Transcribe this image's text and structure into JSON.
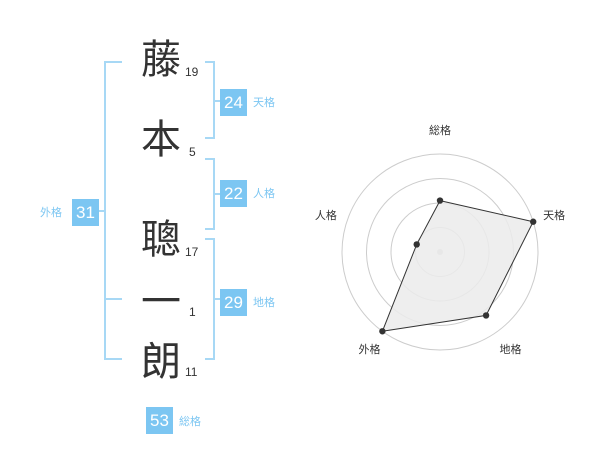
{
  "name": {
    "chars": [
      {
        "char": "藤",
        "strokes": "19"
      },
      {
        "char": "本",
        "strokes": "5"
      },
      {
        "char": "聰",
        "strokes": "17"
      },
      {
        "char": "一",
        "strokes": "1"
      },
      {
        "char": "朗",
        "strokes": "11"
      }
    ]
  },
  "fortunes": {
    "tenkaku": {
      "value": "24",
      "label": "天格"
    },
    "jinkaku": {
      "value": "22",
      "label": "人格"
    },
    "chikaku": {
      "value": "29",
      "label": "地格"
    },
    "gaikaku": {
      "value": "31",
      "label": "外格"
    },
    "soukaku": {
      "value": "53",
      "label": "総格"
    }
  },
  "colors": {
    "accent": "#7cc6f2",
    "bracket": "#a7d8f5",
    "radar_fill": "#ebebeb"
  },
  "chart_data": {
    "type": "radar",
    "axes": [
      "総格",
      "天格",
      "地格",
      "外格",
      "人格"
    ],
    "levels": 4,
    "max": 4,
    "values": [
      2.1,
      4.0,
      3.2,
      4.0,
      1.0
    ]
  }
}
